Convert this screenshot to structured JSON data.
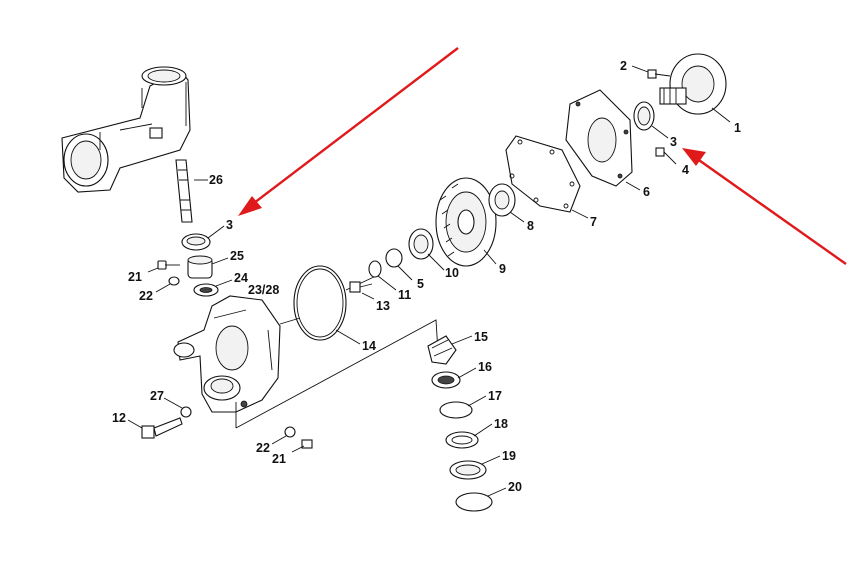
{
  "callouts": [
    {
      "id": "c1",
      "text": "1"
    },
    {
      "id": "c2",
      "text": "2"
    },
    {
      "id": "c3a",
      "text": "3"
    },
    {
      "id": "c4",
      "text": "4"
    },
    {
      "id": "c6",
      "text": "6"
    },
    {
      "id": "c7",
      "text": "7"
    },
    {
      "id": "c8",
      "text": "8"
    },
    {
      "id": "c9",
      "text": "9"
    },
    {
      "id": "c10",
      "text": "10"
    },
    {
      "id": "c5",
      "text": "5"
    },
    {
      "id": "c11",
      "text": "11"
    },
    {
      "id": "c13",
      "text": "13"
    },
    {
      "id": "c14",
      "text": "14"
    },
    {
      "id": "c15",
      "text": "15"
    },
    {
      "id": "c16",
      "text": "16"
    },
    {
      "id": "c17",
      "text": "17"
    },
    {
      "id": "c18",
      "text": "18"
    },
    {
      "id": "c19",
      "text": "19"
    },
    {
      "id": "c20",
      "text": "20"
    },
    {
      "id": "c26",
      "text": "26"
    },
    {
      "id": "c3b",
      "text": "3"
    },
    {
      "id": "c25",
      "text": "25"
    },
    {
      "id": "c24",
      "text": "24"
    },
    {
      "id": "c2328",
      "text": "23/28"
    },
    {
      "id": "c21a",
      "text": "21"
    },
    {
      "id": "c22a",
      "text": "22"
    },
    {
      "id": "c27",
      "text": "27"
    },
    {
      "id": "c12",
      "text": "12"
    },
    {
      "id": "c22b",
      "text": "22"
    },
    {
      "id": "c21b",
      "text": "21"
    }
  ],
  "colors": {
    "arrow": "#e0191b",
    "line": "#111111"
  }
}
